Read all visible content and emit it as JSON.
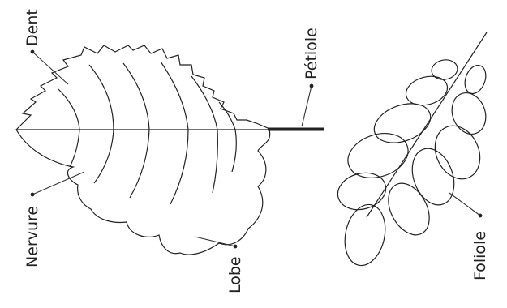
{
  "labels": {
    "dent": "Dent",
    "petiole": "Pétiole",
    "nervure": "Nervure",
    "lobe": "Lobe",
    "foliole": "Foliole"
  },
  "colors": {
    "line": "#222222",
    "background": "#ffffff"
  }
}
